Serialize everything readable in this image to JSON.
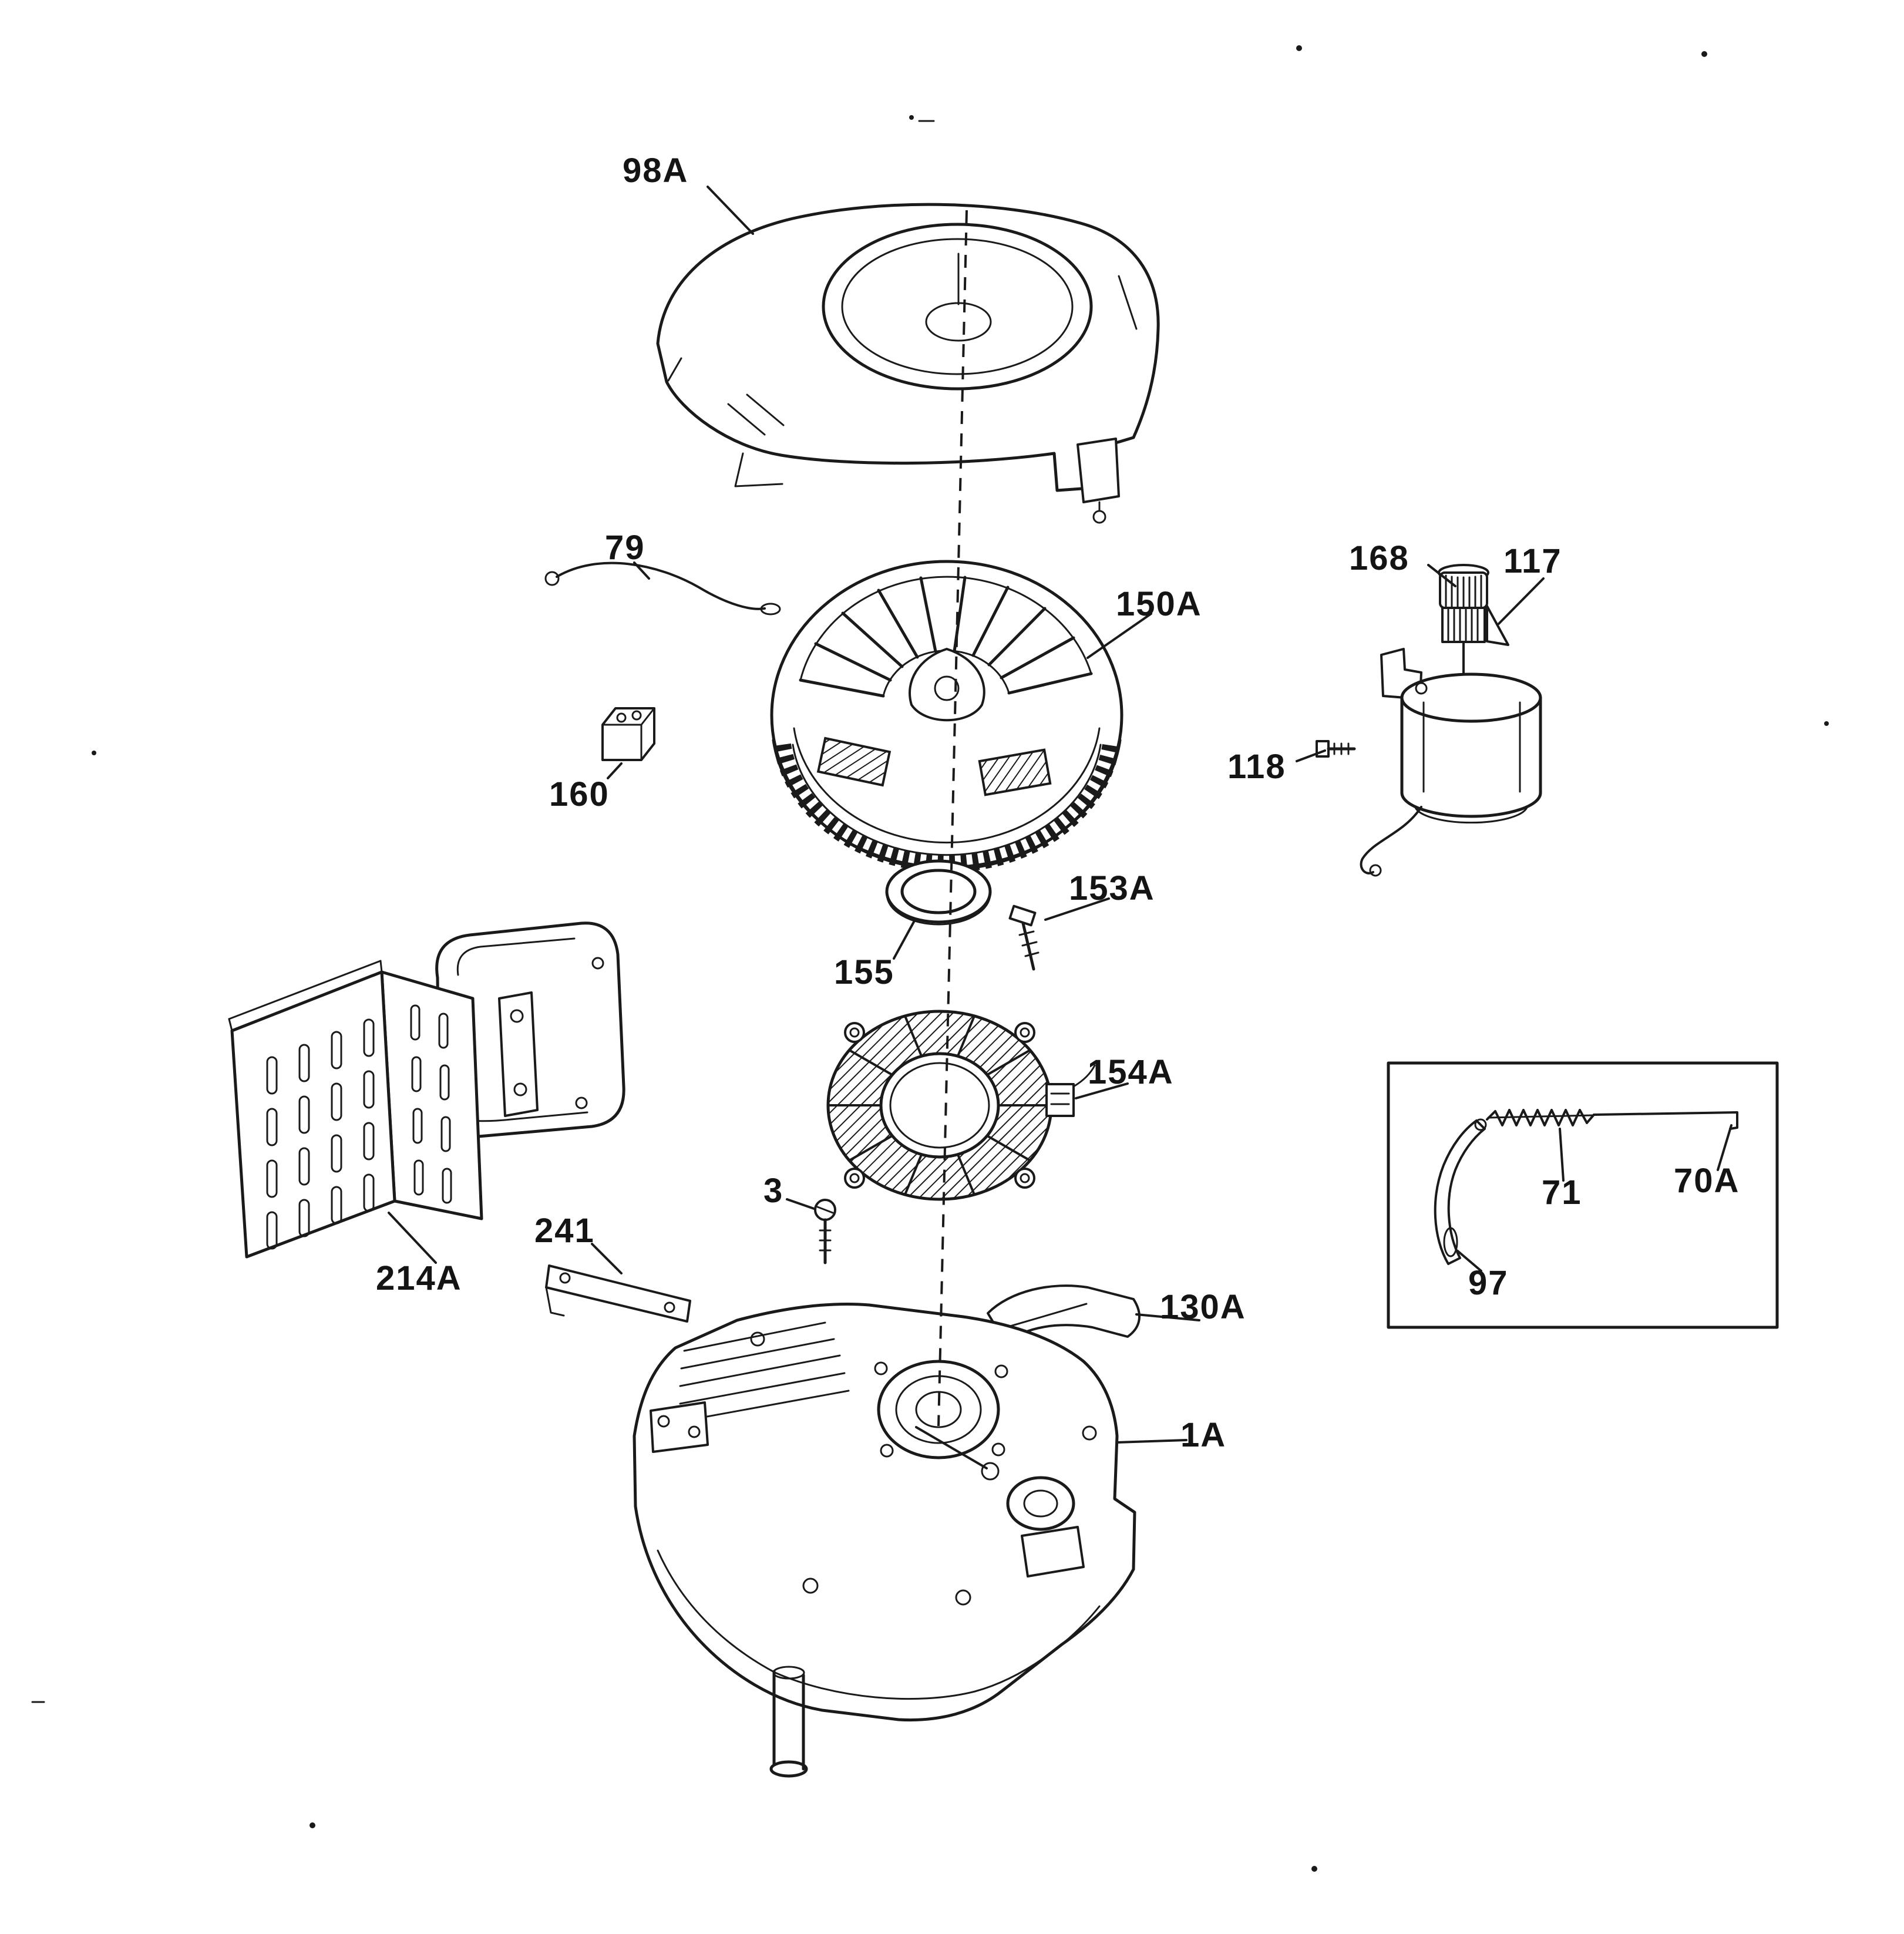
{
  "page": {
    "background": "#ffffff",
    "ink": "#1a1a1a"
  },
  "diagram": {
    "kind": "exploded-parts-diagram",
    "subject": "small engine: blower housing, flywheel, electric starter, stator and cylinder assembly",
    "callouts": {
      "98A": "98A",
      "79": "79",
      "150A": "150A",
      "168": "168",
      "117": "117",
      "118": "118",
      "160": "160",
      "155": "155",
      "153A": "153A",
      "154A": "154A",
      "214A": "214A",
      "241": "241",
      "3": "3",
      "130A": "130A",
      "1A": "1A",
      "71": "71",
      "70A": "70A",
      "97": "97"
    }
  }
}
